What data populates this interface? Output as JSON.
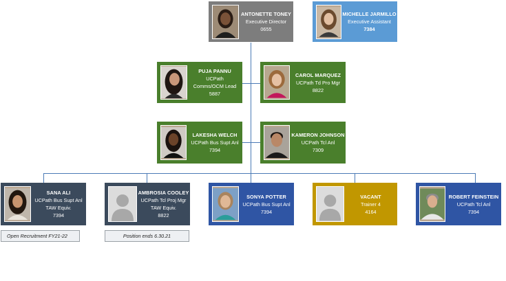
{
  "colors": {
    "gray": "#7d7d7d",
    "blue": "#5b9bd5",
    "green": "#4a7f2c",
    "navy": "#3b4a5c",
    "royal": "#2f55a4",
    "gold": "#c19700",
    "connector": "#4a79b5"
  },
  "people": {
    "toney": {
      "name": "ANTONETTE TONEY",
      "title": "Executive Director",
      "number": "0655",
      "photo": "woman-dark-hair-photo"
    },
    "jarmillo": {
      "name": "MICHELLE JARMILLO",
      "title": "Executive Assistant",
      "number": "7384",
      "photo": "woman-brown-hair-photo"
    },
    "pannu": {
      "name": "PUJA PANNU",
      "title1": "UCPath",
      "title2": "Comms/OCM Lead",
      "number": "5887",
      "photo": "woman-long-dark-hair-photo"
    },
    "marquez": {
      "name": "CAROL MARQUEZ",
      "title": "UCPath Td Pro Mgr",
      "number": "8822",
      "photo": "woman-blonde-hair-photo"
    },
    "welch": {
      "name": "LAKESHA WELCH",
      "title": "UCPath Bus Supt Anl",
      "number": "7394",
      "photo": "woman-dark-hair-photo"
    },
    "johnson": {
      "name": "KAMERON JOHNSON",
      "title": "UCPath Tcl Anl",
      "number": "7309",
      "photo": "man-dark-hair-photo"
    },
    "ali": {
      "name": "SANA ALI",
      "title1": "UCPath Bus Supt Anl",
      "title2": "TAW Equiv.",
      "number": "7394",
      "photo": "woman-dark-hair-photo"
    },
    "cooley": {
      "name": "AMBROSIA COOLEY",
      "title1": "UCPath Tcl Proj Mgr",
      "title2": "TAW Equiv.",
      "number": "8822",
      "photo": "placeholder-avatar"
    },
    "potter": {
      "name": "SONYA POTTER",
      "title": "UCPath Bus Supt Anl",
      "number": "7394",
      "photo": "woman-light-hair-photo"
    },
    "vacant": {
      "name": "VACANT",
      "title": "Trainer 4",
      "number": "4164",
      "photo": "placeholder-avatar"
    },
    "feinstein": {
      "name": "ROBERT FEINSTEIN",
      "title": "UCPath Tcl Anl",
      "number": "7394",
      "photo": "man-gray-hair-photo"
    }
  },
  "notes": {
    "ali": "Open Recruitment FY21-22",
    "cooley": "Position ends 6.30.21"
  }
}
